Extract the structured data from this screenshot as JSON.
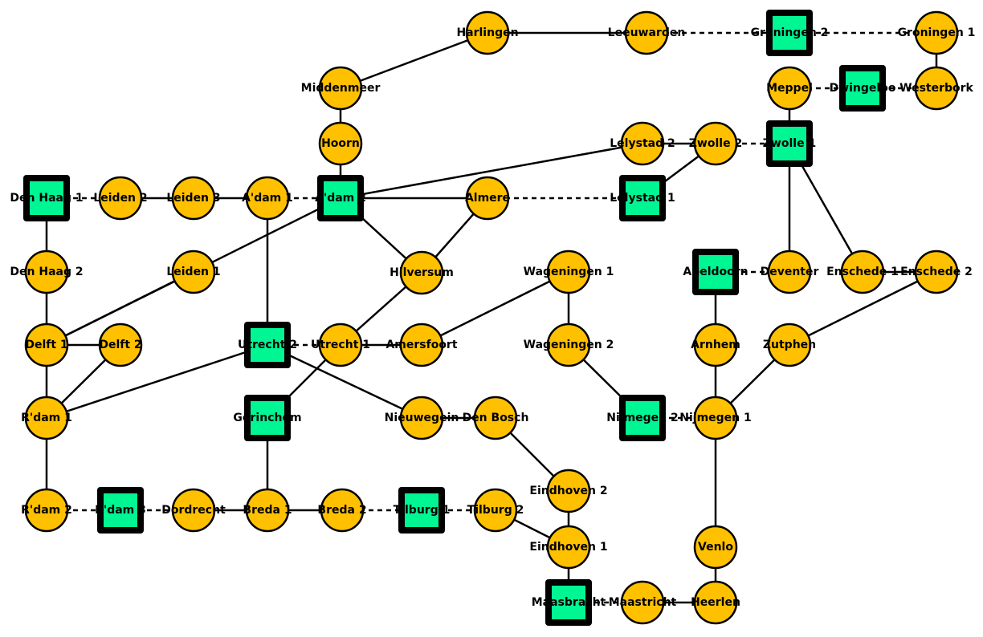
{
  "colors": {
    "circle_fill": "#ffc000",
    "square_fill": "#00f593",
    "stroke": "#000000",
    "background": "#ffffff"
  },
  "nodes": [
    {
      "id": "harlingen",
      "label": "Harlingen",
      "shape": "circle"
    },
    {
      "id": "leeuwarden",
      "label": "Leeuwarden",
      "shape": "circle"
    },
    {
      "id": "groningen2",
      "label": "Groningen 2",
      "shape": "square"
    },
    {
      "id": "groningen1",
      "label": "Groningen 1",
      "shape": "circle"
    },
    {
      "id": "middenmeer",
      "label": "Middenmeer",
      "shape": "circle"
    },
    {
      "id": "meppel",
      "label": "Meppel",
      "shape": "circle"
    },
    {
      "id": "dwingeloo",
      "label": "Dwingeloo",
      "shape": "square"
    },
    {
      "id": "westerbork",
      "label": "Westerbork",
      "shape": "circle"
    },
    {
      "id": "hoorn",
      "label": "Hoorn",
      "shape": "circle"
    },
    {
      "id": "lelystad2",
      "label": "Lelystad 2",
      "shape": "circle"
    },
    {
      "id": "zwolle2",
      "label": "Zwolle 2",
      "shape": "circle"
    },
    {
      "id": "zwolle1",
      "label": "Zwolle 1",
      "shape": "square"
    },
    {
      "id": "denhaag1",
      "label": "Den Haag 1",
      "shape": "square"
    },
    {
      "id": "leiden2",
      "label": "Leiden 2",
      "shape": "circle"
    },
    {
      "id": "leiden3",
      "label": "Leiden 3",
      "shape": "circle"
    },
    {
      "id": "adam1",
      "label": "A'dam 1",
      "shape": "circle"
    },
    {
      "id": "adam2",
      "label": "A'dam 2",
      "shape": "square"
    },
    {
      "id": "almere",
      "label": "Almere",
      "shape": "circle"
    },
    {
      "id": "lelystad1",
      "label": "Lelystad 1",
      "shape": "square"
    },
    {
      "id": "denhaag2",
      "label": "Den Haag 2",
      "shape": "circle"
    },
    {
      "id": "leiden1",
      "label": "Leiden 1",
      "shape": "circle"
    },
    {
      "id": "hilversum",
      "label": "Hilversum",
      "shape": "circle"
    },
    {
      "id": "wageningen1",
      "label": "Wageningen 1",
      "shape": "circle"
    },
    {
      "id": "apeldoorn",
      "label": "Apeldoorn",
      "shape": "square"
    },
    {
      "id": "deventer",
      "label": "Deventer",
      "shape": "circle"
    },
    {
      "id": "enschede1",
      "label": "Enschede 1",
      "shape": "circle"
    },
    {
      "id": "enschede2",
      "label": "Enschede 2",
      "shape": "circle"
    },
    {
      "id": "delft1",
      "label": "Delft 1",
      "shape": "circle"
    },
    {
      "id": "delft2",
      "label": "Delft 2",
      "shape": "circle"
    },
    {
      "id": "utrecht2",
      "label": "Utrecht 2",
      "shape": "square"
    },
    {
      "id": "utrecht1",
      "label": "Utrecht 1",
      "shape": "circle"
    },
    {
      "id": "amersfoort",
      "label": "Amersfoort",
      "shape": "circle"
    },
    {
      "id": "wageningen2",
      "label": "Wageningen 2",
      "shape": "circle"
    },
    {
      "id": "arnhem",
      "label": "Arnhem",
      "shape": "circle"
    },
    {
      "id": "zutphen",
      "label": "Zutphen",
      "shape": "circle"
    },
    {
      "id": "rdam1",
      "label": "R'dam 1",
      "shape": "circle"
    },
    {
      "id": "gorinchem",
      "label": "Gorinchem",
      "shape": "square"
    },
    {
      "id": "nieuwegein",
      "label": "Nieuwegein",
      "shape": "circle"
    },
    {
      "id": "denbosch",
      "label": "Den Bosch",
      "shape": "circle"
    },
    {
      "id": "nijmegen2",
      "label": "Nijmegen 2",
      "shape": "square"
    },
    {
      "id": "nijmegen1",
      "label": "Nijmegen 1",
      "shape": "circle"
    },
    {
      "id": "eindhoven2",
      "label": "Eindhoven 2",
      "shape": "circle"
    },
    {
      "id": "rdam2",
      "label": "R'dam 2",
      "shape": "circle"
    },
    {
      "id": "rdam3",
      "label": "R'dam 3",
      "shape": "square"
    },
    {
      "id": "dordrecht",
      "label": "Dordrecht",
      "shape": "circle"
    },
    {
      "id": "breda1",
      "label": "Breda 1",
      "shape": "circle"
    },
    {
      "id": "breda2",
      "label": "Breda 2",
      "shape": "circle"
    },
    {
      "id": "tilburg1",
      "label": "Tilburg 1",
      "shape": "square"
    },
    {
      "id": "tilburg2",
      "label": "Tilburg 2",
      "shape": "circle"
    },
    {
      "id": "eindhoven1",
      "label": "Eindhoven 1",
      "shape": "circle"
    },
    {
      "id": "venlo",
      "label": "Venlo",
      "shape": "circle"
    },
    {
      "id": "maasbracht",
      "label": "Maasbracht",
      "shape": "square"
    },
    {
      "id": "maastricht",
      "label": "Maastricht",
      "shape": "circle"
    },
    {
      "id": "heerlen",
      "label": "Heerlen",
      "shape": "circle"
    }
  ],
  "edges": [
    {
      "from": "harlingen",
      "to": "leeuwarden",
      "style": "solid"
    },
    {
      "from": "harlingen",
      "to": "middenmeer",
      "style": "solid"
    },
    {
      "from": "leeuwarden",
      "to": "groningen2",
      "style": "dashed"
    },
    {
      "from": "groningen2",
      "to": "groningen1",
      "style": "dashed"
    },
    {
      "from": "groningen1",
      "to": "westerbork",
      "style": "solid"
    },
    {
      "from": "meppel",
      "to": "dwingeloo",
      "style": "dashed"
    },
    {
      "from": "dwingeloo",
      "to": "westerbork",
      "style": "dashed"
    },
    {
      "from": "meppel",
      "to": "zwolle1",
      "style": "solid"
    },
    {
      "from": "middenmeer",
      "to": "hoorn",
      "style": "solid"
    },
    {
      "from": "hoorn",
      "to": "adam2",
      "style": "solid"
    },
    {
      "from": "lelystad2",
      "to": "zwolle2",
      "style": "solid"
    },
    {
      "from": "zwolle2",
      "to": "zwolle1",
      "style": "dashed"
    },
    {
      "from": "zwolle2",
      "to": "lelystad1",
      "style": "solid"
    },
    {
      "from": "zwolle1",
      "to": "deventer",
      "style": "solid"
    },
    {
      "from": "zwolle1",
      "to": "enschede1",
      "style": "solid"
    },
    {
      "from": "adam2",
      "to": "lelystad2",
      "style": "solid"
    },
    {
      "from": "denhaag1",
      "to": "leiden2",
      "style": "dashed"
    },
    {
      "from": "leiden2",
      "to": "leiden3",
      "style": "solid"
    },
    {
      "from": "leiden3",
      "to": "adam1",
      "style": "solid"
    },
    {
      "from": "adam1",
      "to": "adam2",
      "style": "dashed"
    },
    {
      "from": "adam2",
      "to": "almere",
      "style": "solid"
    },
    {
      "from": "almere",
      "to": "lelystad1",
      "style": "dashed"
    },
    {
      "from": "denhaag1",
      "to": "denhaag2",
      "style": "solid"
    },
    {
      "from": "adam2",
      "to": "delft1",
      "style": "solid"
    },
    {
      "from": "adam1",
      "to": "utrecht2",
      "style": "solid"
    },
    {
      "from": "adam2",
      "to": "hilversum",
      "style": "solid"
    },
    {
      "from": "almere",
      "to": "hilversum",
      "style": "solid"
    },
    {
      "from": "leiden1",
      "to": "delft1",
      "style": "solid"
    },
    {
      "from": "hilversum",
      "to": "utrecht1",
      "style": "solid"
    },
    {
      "from": "wageningen1",
      "to": "amersfoort",
      "style": "solid"
    },
    {
      "from": "wageningen1",
      "to": "wageningen2",
      "style": "solid"
    },
    {
      "from": "apeldoorn",
      "to": "deventer",
      "style": "dashed"
    },
    {
      "from": "apeldoorn",
      "to": "arnhem",
      "style": "solid"
    },
    {
      "from": "enschede1",
      "to": "enschede2",
      "style": "solid"
    },
    {
      "from": "enschede2",
      "to": "zutphen",
      "style": "solid"
    },
    {
      "from": "denhaag2",
      "to": "delft1",
      "style": "solid"
    },
    {
      "from": "delft1",
      "to": "delft2",
      "style": "solid"
    },
    {
      "from": "delft1",
      "to": "rdam1",
      "style": "solid"
    },
    {
      "from": "delft2",
      "to": "rdam1",
      "style": "solid"
    },
    {
      "from": "utrecht2",
      "to": "utrecht1",
      "style": "dashed"
    },
    {
      "from": "utrecht2",
      "to": "rdam1",
      "style": "solid"
    },
    {
      "from": "utrecht2",
      "to": "nieuwegein",
      "style": "solid"
    },
    {
      "from": "utrecht1",
      "to": "amersfoort",
      "style": "solid"
    },
    {
      "from": "utrecht1",
      "to": "gorinchem",
      "style": "solid"
    },
    {
      "from": "wageningen2",
      "to": "nijmegen2",
      "style": "solid"
    },
    {
      "from": "arnhem",
      "to": "nijmegen1",
      "style": "solid"
    },
    {
      "from": "zutphen",
      "to": "nijmegen1",
      "style": "solid"
    },
    {
      "from": "rdam1",
      "to": "rdam2",
      "style": "solid"
    },
    {
      "from": "gorinchem",
      "to": "breda1",
      "style": "solid"
    },
    {
      "from": "nieuwegein",
      "to": "denbosch",
      "style": "solid"
    },
    {
      "from": "denbosch",
      "to": "eindhoven2",
      "style": "solid"
    },
    {
      "from": "nijmegen2",
      "to": "nijmegen1",
      "style": "dashed"
    },
    {
      "from": "nijmegen1",
      "to": "venlo",
      "style": "solid"
    },
    {
      "from": "eindhoven2",
      "to": "eindhoven1",
      "style": "solid"
    },
    {
      "from": "rdam2",
      "to": "rdam3",
      "style": "dashed"
    },
    {
      "from": "rdam3",
      "to": "dordrecht",
      "style": "dashed"
    },
    {
      "from": "dordrecht",
      "to": "breda1",
      "style": "solid"
    },
    {
      "from": "breda1",
      "to": "breda2",
      "style": "solid"
    },
    {
      "from": "breda2",
      "to": "tilburg1",
      "style": "dashed"
    },
    {
      "from": "tilburg1",
      "to": "tilburg2",
      "style": "dashed"
    },
    {
      "from": "tilburg2",
      "to": "eindhoven1",
      "style": "solid"
    },
    {
      "from": "eindhoven1",
      "to": "maasbracht",
      "style": "solid"
    },
    {
      "from": "maasbracht",
      "to": "maastricht",
      "style": "dashed"
    },
    {
      "from": "maastricht",
      "to": "heerlen",
      "style": "solid"
    },
    {
      "from": "venlo",
      "to": "heerlen",
      "style": "solid"
    }
  ]
}
